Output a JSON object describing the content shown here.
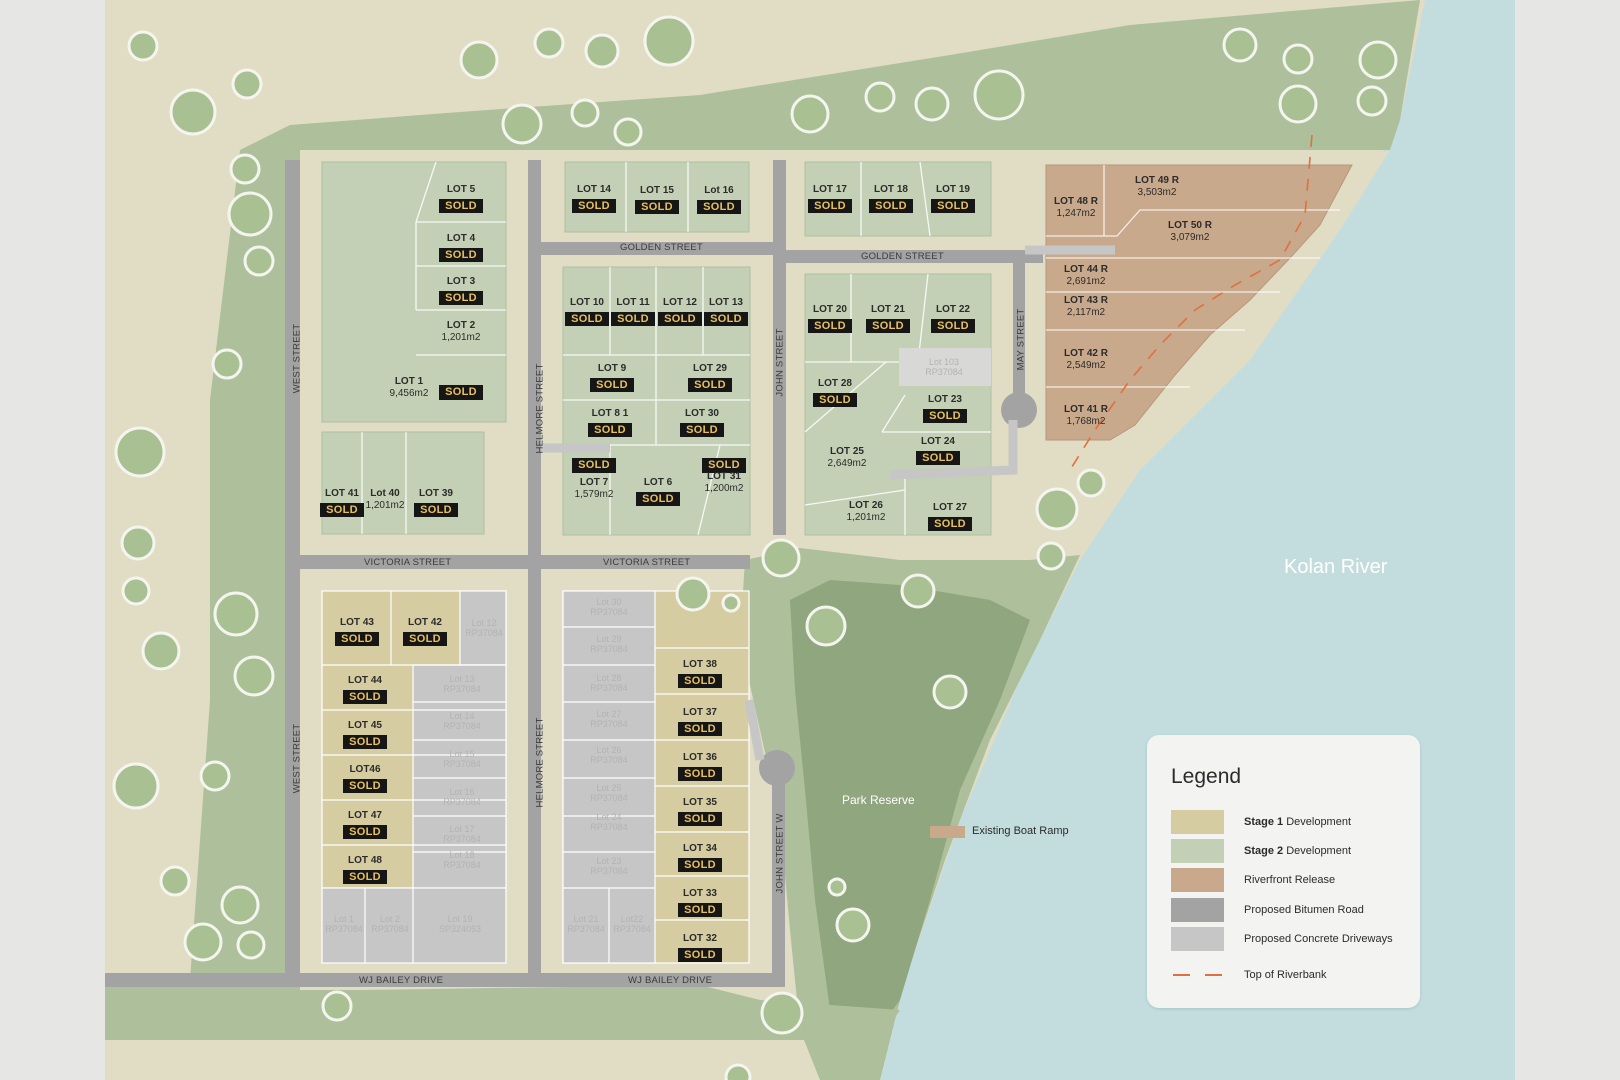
{
  "places": {
    "river": "Kolan River",
    "park": "Park Reserve",
    "boat_ramp": "Existing Boat Ramp"
  },
  "streets": {
    "golden1": "GOLDEN STREET",
    "golden2": "GOLDEN STREET",
    "victoria1": "VICTORIA STREET",
    "victoria2": "VICTORIA STREET",
    "west1": "WEST STREET",
    "west2": "WEST STREET",
    "helmore1": "HELMORE STREET",
    "helmore2": "HELMORE STREET",
    "john": "JOHN STREET",
    "john_w": "JOHN STREET W",
    "may": "MAY STREET",
    "wj1": "WJ BAILEY DRIVE",
    "wj2": "WJ BAILEY DRIVE"
  },
  "lots": [
    {
      "name": "LOT 5",
      "sold": "SOLD"
    },
    {
      "name": "LOT 4",
      "sold": "SOLD"
    },
    {
      "name": "LOT 3",
      "sold": "SOLD"
    },
    {
      "name": "LOT 2",
      "area": "1,201m2"
    },
    {
      "name": "LOT 1",
      "area": "9,456m2"
    },
    {
      "sold": "SOLD"
    },
    {
      "name": "LOT 41",
      "sold": "SOLD"
    },
    {
      "name": "Lot 40",
      "area": "1,201m2"
    },
    {
      "name": "LOT 39",
      "sold": "SOLD"
    },
    {
      "name": "LOT 14",
      "sold": "SOLD"
    },
    {
      "name": "LOT 15",
      "sold": "SOLD"
    },
    {
      "name": "Lot 16",
      "sold": "SOLD"
    },
    {
      "name": "LOT 17",
      "sold": "SOLD"
    },
    {
      "name": "LOT 18",
      "sold": "SOLD"
    },
    {
      "name": "LOT 19",
      "sold": "SOLD"
    },
    {
      "name": "LOT 10",
      "sold": "SOLD"
    },
    {
      "name": "LOT 11",
      "sold": "SOLD"
    },
    {
      "name": "LOT 12",
      "sold": "SOLD"
    },
    {
      "name": "LOT 13",
      "sold": "SOLD"
    },
    {
      "name": "LOT 9",
      "sold": "SOLD"
    },
    {
      "name": "LOT 29",
      "sold": "SOLD"
    },
    {
      "name": "LOT 8 1",
      "sold": "SOLD"
    },
    {
      "name": "LOT 30",
      "sold": "SOLD"
    },
    {
      "sold": "SOLD"
    },
    {
      "name": "LOT 7",
      "area": "1,579m2"
    },
    {
      "name": "LOT 6",
      "sold": "SOLD"
    },
    {
      "sold": "SOLD"
    },
    {
      "name": "LOT 31",
      "area": "1,200m2"
    },
    {
      "name": "LOT 20",
      "sold": "SOLD"
    },
    {
      "name": "LOT 21",
      "sold": "SOLD"
    },
    {
      "name": "LOT 22",
      "sold": "SOLD"
    },
    {
      "name": "Lot 103",
      "area": "RP37084"
    },
    {
      "name": "LOT 28",
      "sold": "SOLD"
    },
    {
      "name": "LOT 23",
      "sold": "SOLD"
    },
    {
      "name": "LOT 25",
      "area": "2,649m2"
    },
    {
      "name": "LOT 24",
      "sold": "SOLD"
    },
    {
      "name": "LOT 26",
      "area": "1,201m2"
    },
    {
      "name": "LOT 27",
      "sold": "SOLD"
    },
    {
      "name": "LOT 49 R",
      "area": "3,503m2"
    },
    {
      "name": "LOT 48 R",
      "area": "1,247m2"
    },
    {
      "name": "LOT 50 R",
      "area": "3,079m2"
    },
    {
      "name": "LOT 44 R",
      "area": "2,691m2"
    },
    {
      "name": "LOT 43 R",
      "area": "2,117m2"
    },
    {
      "name": "LOT 42 R",
      "area": "2,549m2"
    },
    {
      "name": "LOT 41 R",
      "area": "1,768m2"
    },
    {
      "name": "LOT 43",
      "sold": "SOLD"
    },
    {
      "name": "LOT 42",
      "sold": "SOLD"
    },
    {
      "name": "Lot 12",
      "area": "RP37084"
    },
    {
      "name": "LOT 44",
      "sold": "SOLD"
    },
    {
      "name": "Lot 13",
      "area": "RP37084"
    },
    {
      "name": "LOT 45",
      "sold": "SOLD"
    },
    {
      "name": "Lot 14",
      "area": "RP37084"
    },
    {
      "name": "LOT46",
      "sold": "SOLD"
    },
    {
      "name": "Lot 15",
      "area": "RP37084"
    },
    {
      "name": "Lot 16",
      "area": "RP37084"
    },
    {
      "name": "LOT 47",
      "sold": "SOLD"
    },
    {
      "name": "Lot 17",
      "area": "RP37084"
    },
    {
      "name": "LOT 48",
      "sold": "SOLD"
    },
    {
      "name": "Lot 18",
      "area": "RP37084"
    },
    {
      "name": "Lot 1",
      "area": "RP37084"
    },
    {
      "name": "Lot 2",
      "area": "RP37084"
    },
    {
      "name": "Lot 19",
      "area": "SP324053"
    },
    {
      "name": "Lot 30",
      "area": "RP37084"
    },
    {
      "name": "Lot 29",
      "area": "RP37084"
    },
    {
      "name": "Lot 28",
      "area": "RP37084"
    },
    {
      "name": "Lot 27",
      "area": "RP37084"
    },
    {
      "name": "Lot 26",
      "area": "RP37084"
    },
    {
      "name": "Lot 25",
      "area": "RP37084"
    },
    {
      "name": "Lot 24",
      "area": "RP37084"
    },
    {
      "name": "Lot 23",
      "area": "RP37084"
    },
    {
      "name": "Lot 21",
      "area": "RP37084"
    },
    {
      "name": "Lot22",
      "area": "RP37084"
    },
    {
      "name": "LOT 38",
      "sold": "SOLD"
    },
    {
      "name": "LOT 37",
      "sold": "SOLD"
    },
    {
      "name": "LOT 36",
      "sold": "SOLD"
    },
    {
      "name": "LOT 35",
      "sold": "SOLD"
    },
    {
      "name": "LOT 34",
      "sold": "SOLD"
    },
    {
      "name": "LOT 33",
      "sold": "SOLD"
    },
    {
      "name": "LOT 32",
      "sold": "SOLD"
    }
  ],
  "legend": {
    "title": "Legend",
    "stage1_bold": "Stage 1",
    "stage1_rest": "Development",
    "stage2_bold": "Stage 2",
    "stage2_rest": "Development",
    "riverfront": "Riverfront Release",
    "bitumen": "Proposed Bitumen Road",
    "concrete": "Proposed Concrete Driveways",
    "riverbank": "Top of Riverbank"
  },
  "colors": {
    "sand": "#e1dcc4",
    "green": "#adc09b",
    "park": "#8fa67f",
    "stage1": "#d6cca2",
    "stage2": "#c3d0b5",
    "riverfront": "#c9a98c",
    "road": "#a3a3a3",
    "driveway": "#c6c6c6",
    "water": "#c3dddf",
    "sold_bg": "#161616",
    "sold_text": "#e8c05b"
  }
}
